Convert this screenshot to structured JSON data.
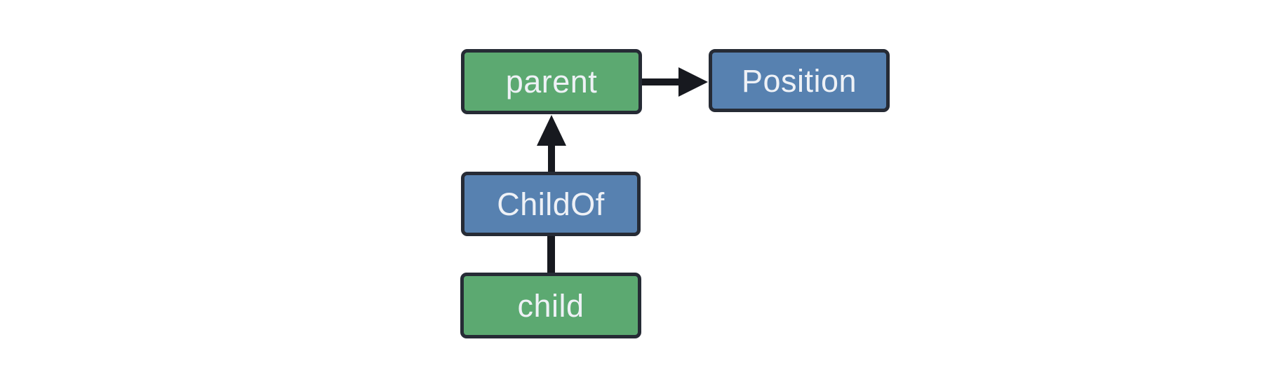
{
  "diagram": {
    "colors": {
      "background": "#ffffff",
      "entity_fill": "#5ca971",
      "component_fill": "#5781b0",
      "box_border": "#262b35",
      "arrow": "#17191f",
      "text": "#eef1f6"
    },
    "nodes": [
      {
        "id": "parent",
        "label": "parent",
        "kind": "entity"
      },
      {
        "id": "position",
        "label": "Position",
        "kind": "component"
      },
      {
        "id": "childof",
        "label": "ChildOf",
        "kind": "relationship"
      },
      {
        "id": "child",
        "label": "child",
        "kind": "entity"
      }
    ],
    "edges": [
      {
        "from": "parent",
        "to": "Position",
        "style": "arrow",
        "direction": "right"
      },
      {
        "from": "ChildOf",
        "to": "parent",
        "style": "arrow",
        "direction": "up"
      },
      {
        "from": "child",
        "to": "ChildOf",
        "style": "line",
        "direction": "up"
      }
    ]
  }
}
